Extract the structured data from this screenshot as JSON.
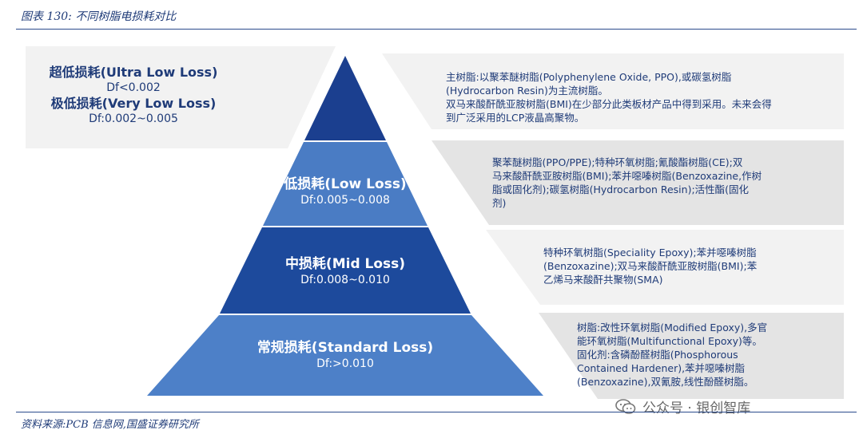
{
  "header": {
    "title": "图表 130:  不同树脂电损耗对比"
  },
  "footer": {
    "source": "资料来源:PCB 信息网,国盛证券研究所"
  },
  "watermark": {
    "text": "公众号 · 银创智库",
    "icon": "wechat-icon"
  },
  "tiers": [
    {
      "name": "超低损耗(Ultra Low Loss)",
      "df": "Df<0.002",
      "name2": "极低损耗(Very Low Loss)",
      "df2": "Df:0.002~0.005",
      "desc": [
        "主树脂:以聚苯醚树脂(Polyphenylene Oxide, PPO),或碳氢树脂",
        "(Hydrocarbon Resin)为主流树脂。",
        "双马来酸酐酰亚胺树脂(BMI)在少部分此类板材产品中得到采用。未来会得",
        "到广泛采用的LCP液晶高聚物。"
      ]
    },
    {
      "name": "低损耗(Low Loss)",
      "df": "Df:0.005~0.008",
      "desc": [
        "聚苯醚树脂(PPO/PPE);特种环氧树脂;氰酸酯树脂(CE);双",
        "马来酸酐酰亚胺树脂(BMI);苯并噁嗪树脂(Benzoxazine,作树",
        "脂或固化剂);碳氢树脂(Hydrocarbon Resin);活性酯(固化",
        "剂)"
      ]
    },
    {
      "name": "中损耗(Mid Loss)",
      "df": "Df:0.008~0.010",
      "desc": [
        "特种环氧树脂(Speciality Epoxy);苯并噁嗪树脂",
        "(Benzoxazine);双马来酸酐酰亚胺树脂(BMI);苯",
        "乙烯马来酸酐共聚物(SMA)"
      ]
    },
    {
      "name": "常规损耗(Standard Loss)",
      "df": "Df:>0.010",
      "desc": [
        "树脂:改性环氧树脂(Modified Epoxy),多官",
        "能环氧树脂(Multifunctional Epoxy)等。",
        "固化剂:含磷酚醛树脂(Phosphorous",
        "Contained Hardener),苯并噁嗪树脂",
        "(Benzoxazine),双氰胺,线性酚醛树脂。"
      ]
    }
  ],
  "colors": {
    "tier1": "#1b3f8f",
    "tier2": "#4a7cc4",
    "tier3": "#1d4a9c",
    "tier4": "#4d80c8",
    "panel": "#f2f2f2",
    "panel_dark": "#e4e4e4",
    "text": "#1f3b78"
  }
}
